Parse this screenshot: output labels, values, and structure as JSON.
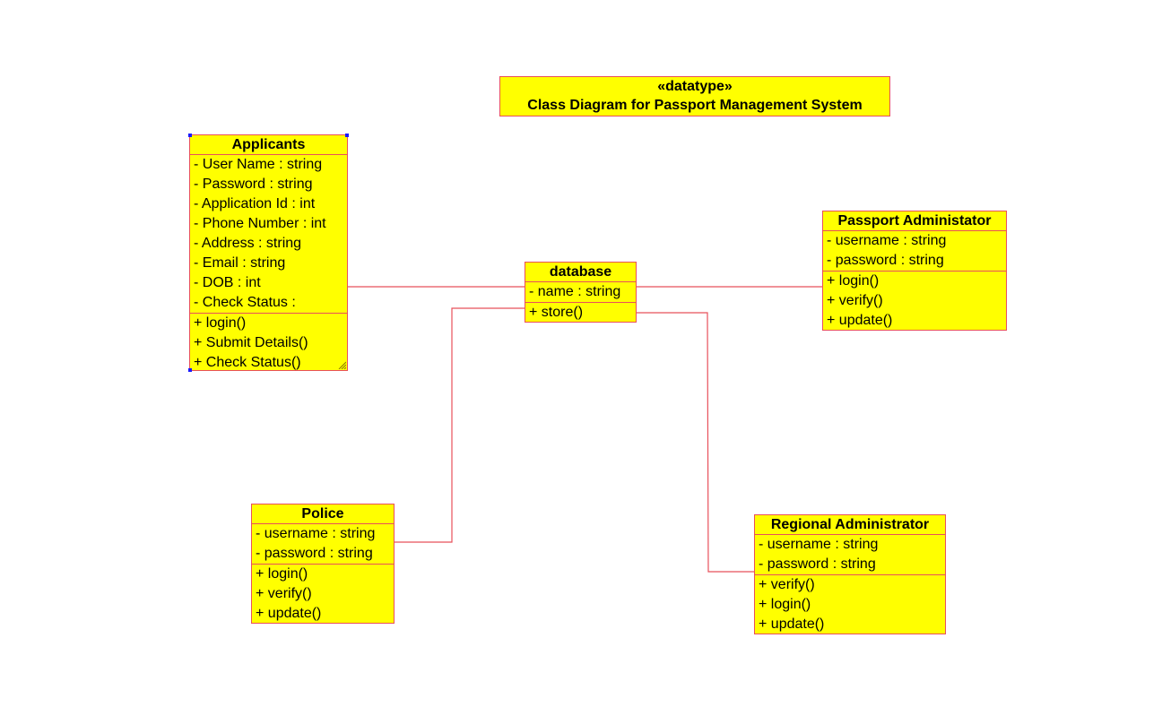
{
  "diagram": {
    "header": {
      "stereotype": "«datatype»",
      "title": "Class Diagram for Passport Management System"
    },
    "classes": {
      "applicants": {
        "name": "Applicants",
        "attributes": [
          "- User Name : string",
          "- Password : string",
          "- Application Id : int",
          "- Phone Number : int",
          "- Address : string",
          "- Email : string",
          "- DOB : int",
          "- Check Status :"
        ],
        "operations": [
          "+ login()",
          "+ Submit Details()",
          "+ Check Status()"
        ]
      },
      "database": {
        "name": "database",
        "attributes": [
          "- name : string"
        ],
        "operations": [
          "+ store()"
        ]
      },
      "passport_admin": {
        "name": "Passport Administator",
        "attributes": [
          "- username : string",
          "- password : string"
        ],
        "operations": [
          "+ login()",
          "+ verify()",
          "+ update()"
        ]
      },
      "police": {
        "name": "Police",
        "attributes": [
          "- username : string",
          "- password : string"
        ],
        "operations": [
          "+ login()",
          "+ verify()",
          "+ update()"
        ]
      },
      "regional_admin": {
        "name": "Regional Administrator",
        "attributes": [
          "- username : string",
          "- password : string"
        ],
        "operations": [
          "+ verify()",
          "+ login()",
          "+ update()"
        ]
      }
    },
    "associations": [
      {
        "from": "applicants",
        "to": "database"
      },
      {
        "from": "database",
        "to": "passport_admin"
      },
      {
        "from": "database",
        "to": "police"
      },
      {
        "from": "database",
        "to": "regional_admin"
      }
    ],
    "colors": {
      "fill": "#ffff00",
      "border": "#e8505b",
      "line": "#e8505b",
      "handle": "#1a1aff"
    }
  }
}
